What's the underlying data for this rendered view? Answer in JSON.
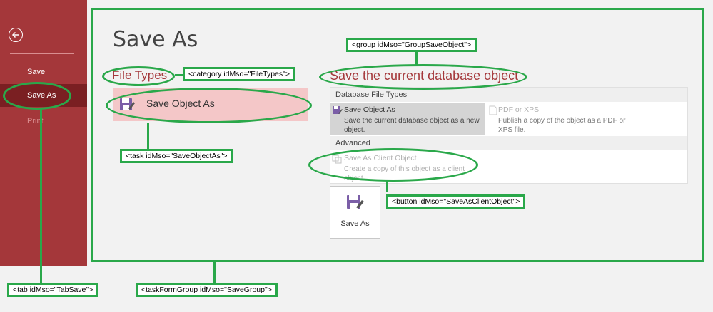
{
  "nav": {
    "items": [
      {
        "label": "Save"
      },
      {
        "label": "Save As"
      },
      {
        "label": "Print"
      }
    ]
  },
  "page": {
    "title": "Save As",
    "category_title": "File Types",
    "task_label": "Save Object As",
    "group_title": "Save the current database object"
  },
  "options": {
    "section_database": "Database File Types",
    "save_object_as": {
      "title": "Save Object As",
      "description_line1": "Save the current database object as a new",
      "description_line2": "object."
    },
    "pdf_xps": {
      "title": "PDF or XPS",
      "description_line1": "Publish a copy of the object as a PDF or",
      "description_line2": "XPS file."
    },
    "section_advanced": "Advanced",
    "client_object": {
      "title": "Save As Client Object",
      "description_line1": "Create a copy of this object as a client",
      "description_line2": "object."
    },
    "save_as_button": "Save As"
  },
  "annotations": {
    "group": "<group idMso=\"GroupSaveObject\">",
    "category": "<category idMso=\"FileTypes\">",
    "task": "<task idMso=\"SaveObjectAs\">",
    "button": "<button idMso=\"SaveAsClientObject\">",
    "tab": "<tab idMso=\"TabSave\">",
    "taskFormGroup": "<taskFormGroup idMso=\"SaveGroup\">"
  },
  "colors": {
    "nav_bg": "#a4373a",
    "nav_selected": "#7a1f22",
    "accent_title": "#a4373a",
    "task_highlight": "#f4c7c8",
    "annotation_green": "#2aa84a"
  }
}
